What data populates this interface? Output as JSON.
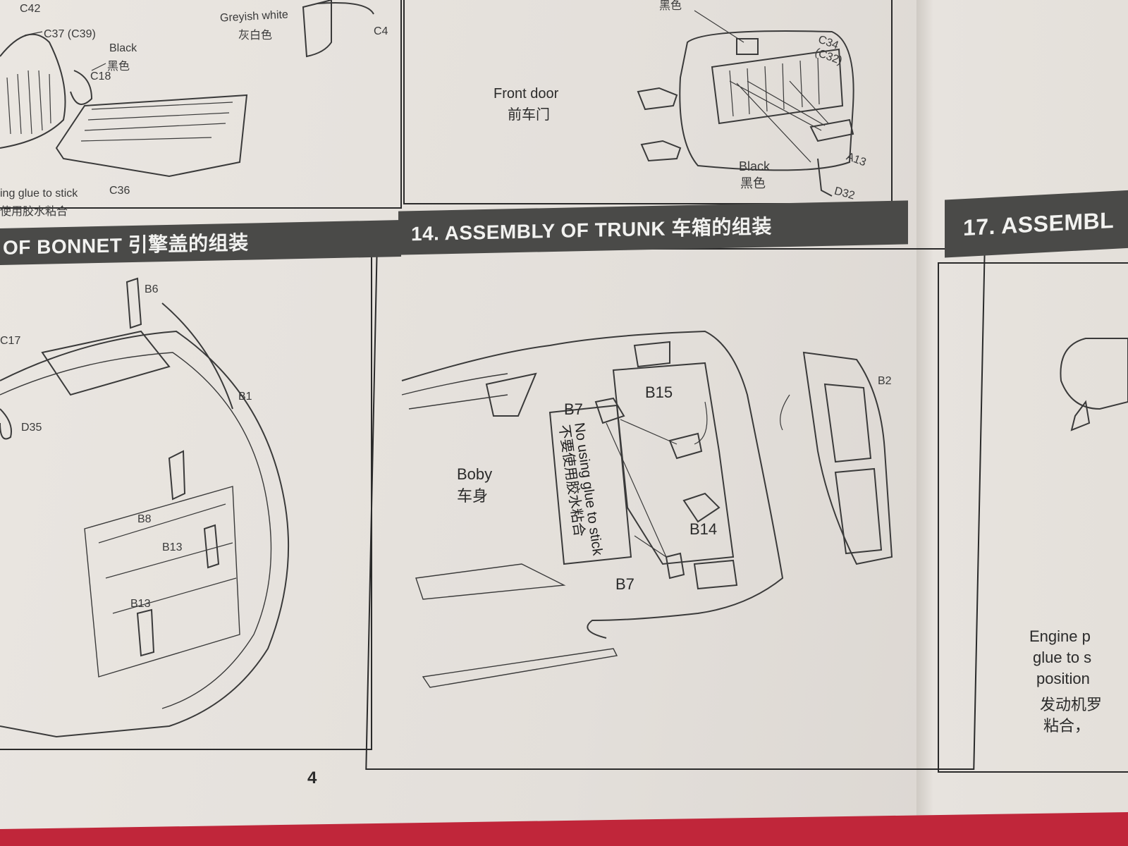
{
  "top_left": {
    "labels": [
      "C42",
      "C37 (C39)",
      "Black",
      "黑色",
      "C18",
      "Greyish white",
      "灰白色",
      "C4",
      "C36"
    ],
    "glue_note_en": "ing glue to stick",
    "glue_note_cn": "使用胶水粘合"
  },
  "top_middle": {
    "label_black_top": "黑色",
    "front_door_en": "Front door",
    "front_door_cn": "前车门",
    "part_c34": "C34",
    "part_c32": "(C32)",
    "part_a13": "A13",
    "black_en": "Black",
    "black_cn": "黑色",
    "part_d32": "D32"
  },
  "sections": {
    "bonnet_title": "OF BONNET 引擎盖的组装",
    "trunk_title": "14. ASSEMBLY OF TRUNK 车箱的组装",
    "section17_title": "17. ASSEMBL"
  },
  "bonnet": {
    "parts": [
      "B6",
      "C17",
      "B1",
      "D35",
      "B8",
      "B13",
      "B13"
    ]
  },
  "trunk": {
    "part_b7_top": "B7",
    "part_b15": "B15",
    "part_b2": "B2",
    "body_en": "Boby",
    "body_cn": "车身",
    "note_en": "No using glue to stick",
    "note_cn": "不要使用胶水粘合",
    "part_b14": "B14",
    "part_b7_bottom": "B7"
  },
  "section17": {
    "lines": [
      "Engine p",
      "glue to s",
      "position",
      "发动机罗",
      "粘合，"
    ]
  },
  "page_number": "4"
}
